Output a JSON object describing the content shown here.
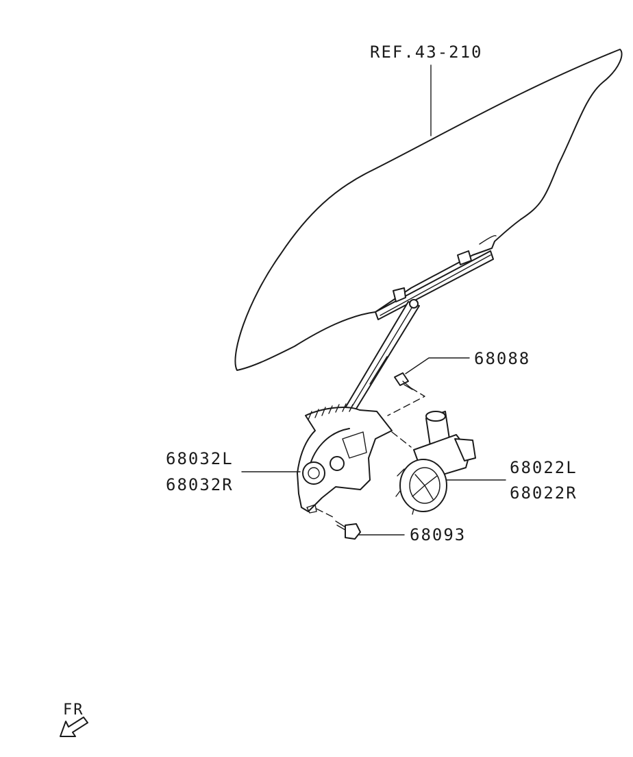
{
  "callouts": {
    "glass_ref": "REF.43-210",
    "bolt_upper": "68088",
    "regulator_left": "68032L",
    "regulator_right": "68032R",
    "motor_left": "68022L",
    "motor_right": "68022R",
    "bolt_lower": "68093"
  },
  "direction_marker": {
    "label": "FR",
    "icon": "front-arrow-icon"
  }
}
